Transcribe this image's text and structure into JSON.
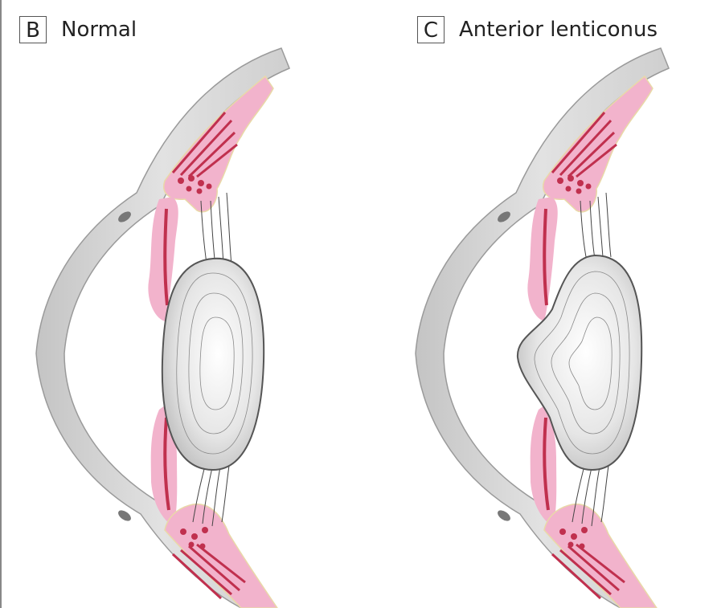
{
  "panels": [
    {
      "letter": "B",
      "title": "Normal"
    },
    {
      "letter": "C",
      "title": "Anterior lenticonus"
    }
  ],
  "colors": {
    "sclera": "#cfcfcf",
    "sclera_edge": "#9a9a9a",
    "iris_tissue": "#f2b3cc",
    "iris_dark": "#c0304e",
    "lens_fill": "#e4e4e4",
    "lens_edge": "#555555",
    "border_line": "#888888"
  }
}
